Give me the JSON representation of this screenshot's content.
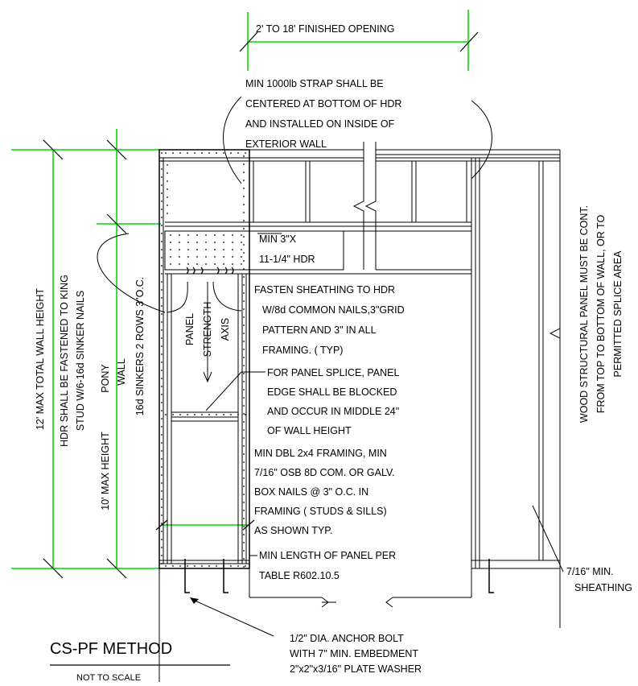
{
  "opening_dim": "2' TO 18' FINISHED OPENING",
  "strap_note": [
    "MIN 1000lb STRAP SHALL BE",
    "CENTERED AT BOTTOM OF HDR",
    "AND INSTALLED ON INSIDE OF",
    "EXTERIOR WALL"
  ],
  "hdr_size": [
    "MIN 3\"X",
    "11-1/4\" HDR"
  ],
  "fasten_note": [
    "FASTEN SHEATHING TO HDR",
    "W/8d COMMON NAILS,3\"GRID",
    "PATTERN AND 3\" IN ALL",
    "FRAMING. ( TYP)"
  ],
  "splice_note": [
    "FOR PANEL SPLICE, PANEL",
    "EDGE SHALL BE BLOCKED",
    "AND OCCUR IN MIDDLE 24\"",
    "OF WALL HEIGHT"
  ],
  "framing_note": [
    "MIN DBL 2x4 FRAMING, MIN",
    "7/16\" OSB 8D COM. OR GALV.",
    "BOX NAILS @ 3\" O.C. IN",
    "FRAMING   ( STUDS & SILLS)",
    "AS SHOWN TYP."
  ],
  "panel_length_note": [
    "MIN LENGTH OF PANEL PER",
    "TABLE R602.10.5"
  ],
  "anchor_note": [
    "1/2\" DIA. ANCHOR BOLT",
    "WITH 7\" MIN. EMBEDMENT",
    "2\"x2\"x3/16\" PLATE WASHER"
  ],
  "sheathing_note": [
    "7/16\" MIN.",
    "SHEATHING"
  ],
  "wood_panel_note": [
    "WOOD STRUCTURAL PANEL MUST BE CONT.",
    "FROM TOP TO BOTTOM OF WALL, OR TO",
    "PERMITTED SPLICE AREA"
  ],
  "total_height": "12' MAX TOTAL WALL HEIGHT",
  "hdr_king_note": [
    "HDR SHALL BE FASTENED TO KING",
    "STUD W/6-16d SINKER NAILS"
  ],
  "max_height": "10' MAX HEIGHT",
  "pony_wall": [
    "PONY",
    "WALL"
  ],
  "sinkers": "16d SINKERS 2 ROWS 3\"O.C.",
  "panel_axis": [
    "PANEL",
    "STRENGTH",
    "AXIS"
  ],
  "title": "CS-PF METHOD",
  "subtitle": "NOT TO SCALE",
  "colors": {
    "dimension": "#22dd22",
    "linework": "#000000"
  }
}
